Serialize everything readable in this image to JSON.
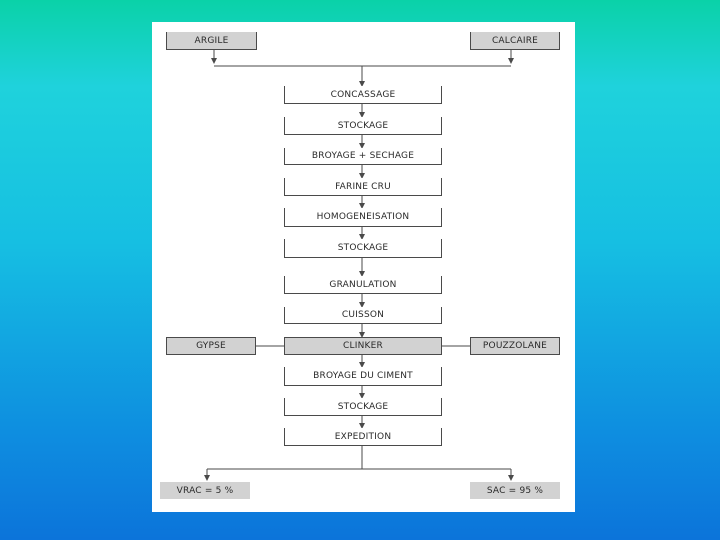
{
  "diagram": {
    "inputs": {
      "left": "ARGILE",
      "right": "CALCAIRE"
    },
    "steps": [
      "CONCASSAGE",
      "STOCKAGE",
      "BROYAGE + SECHAGE",
      "FARINE CRU",
      "HOMOGENEISATION",
      "STOCKAGE",
      "GRANULATION",
      "CUISSON",
      "CLINKER",
      "BROYAGE DU CIMENT",
      "STOCKAGE",
      "EXPEDITION"
    ],
    "additives": {
      "left": "GYPSE",
      "right": "POUZZOLANE"
    },
    "outputs": {
      "left": "VRAC = 5 %",
      "right": "SAC = 95 %"
    }
  },
  "colors": {
    "box_shaded": "#d2d2d2",
    "line": "#4a4a4a",
    "panel": "#ffffff"
  }
}
